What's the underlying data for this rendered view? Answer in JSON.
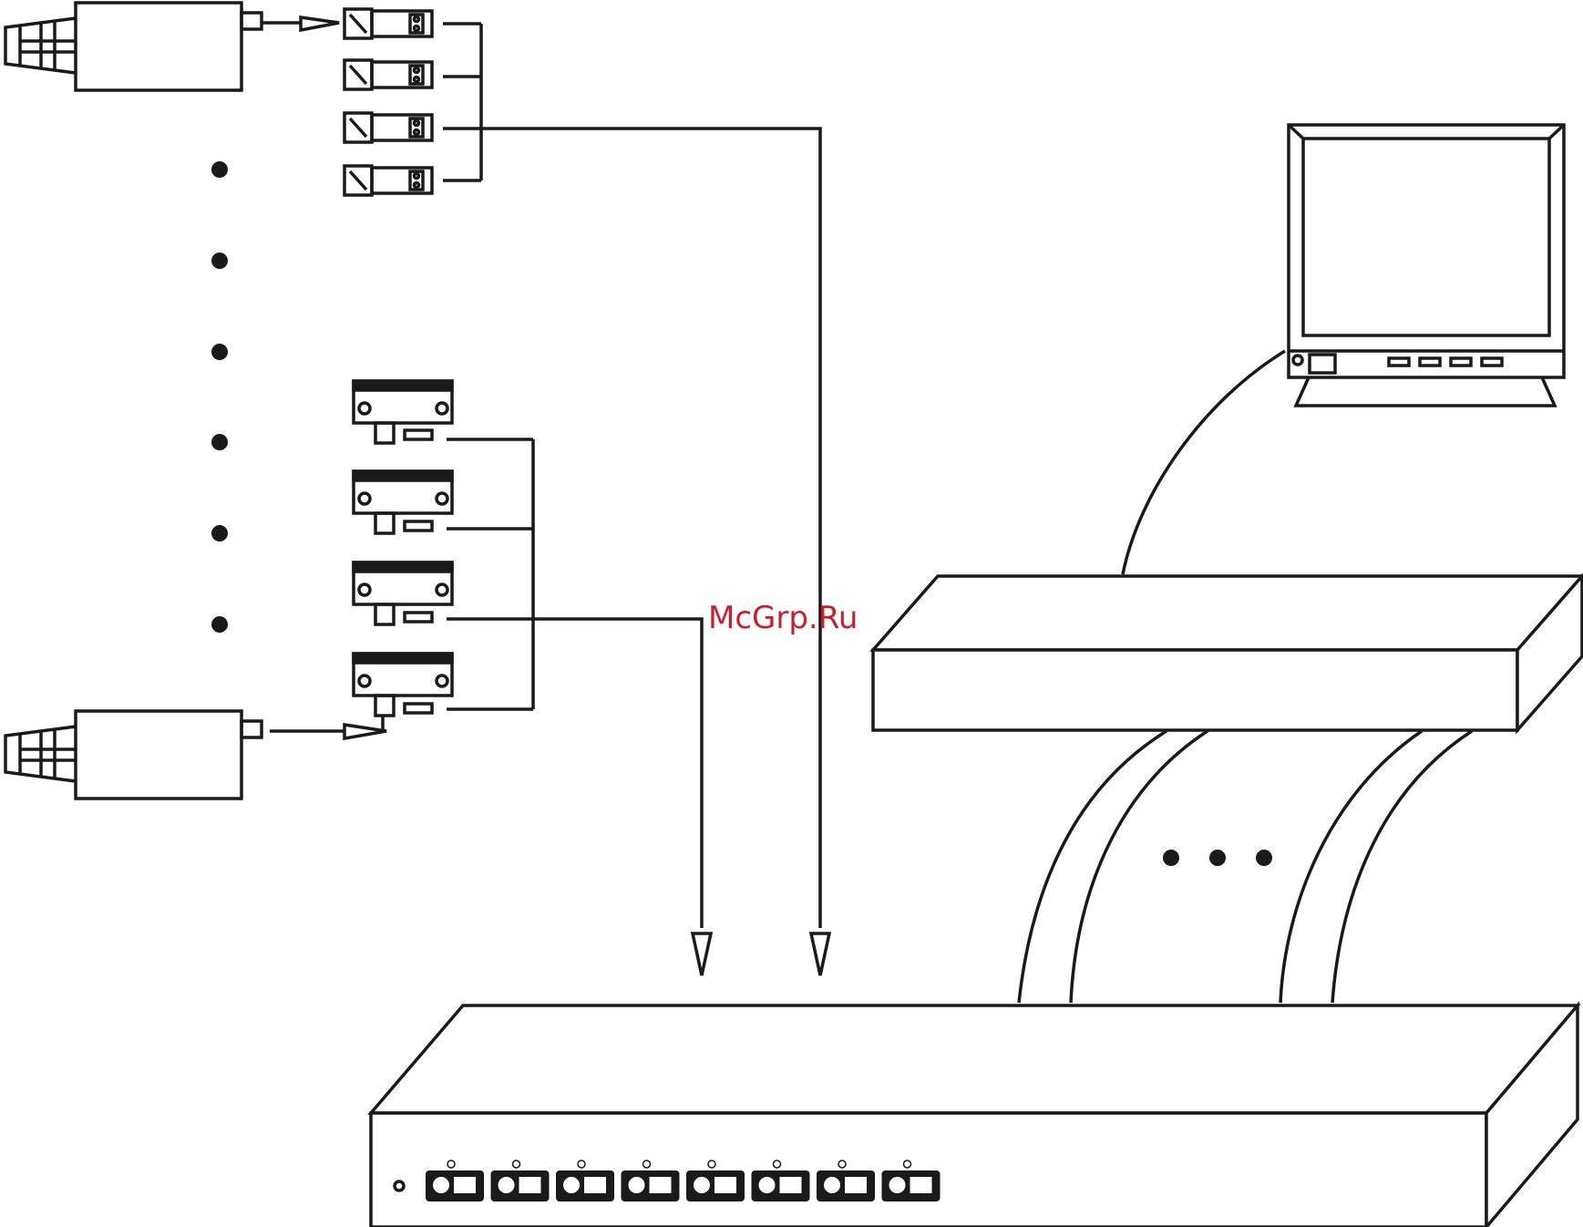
{
  "watermark": {
    "text": "McGrp.Ru",
    "color": "#c8202b"
  },
  "colors": {
    "line": "#1a1a1a",
    "fill": "#ffffff",
    "dark": "#1a1a1a"
  },
  "diagram": {
    "cameras_shown": 2,
    "ellipsis_dots_vertical": 6,
    "transmitters_shown": 4,
    "receivers_shown": 4,
    "cable_bundle_dots": 3,
    "dvr_bnc_ports": 8,
    "monitor_buttons": 4
  }
}
